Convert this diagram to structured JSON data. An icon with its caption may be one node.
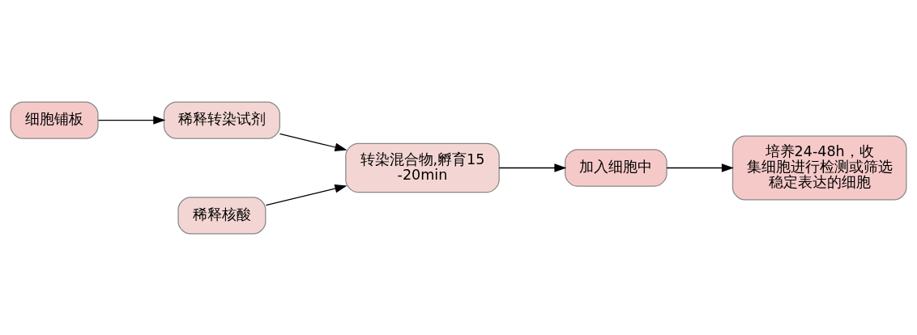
{
  "diagram": {
    "nodes": [
      {
        "text": [
          "细胞铺板"
        ]
      },
      {
        "text": [
          "稀释核酸"
        ]
      },
      {
        "text": [
          "稀释转染试剂"
        ]
      },
      {
        "text": [
          "转染混合物,孵育15-20min"
        ]
      },
      {
        "text": [
          "加入细胞中"
        ]
      },
      {
        "text": [
          "培养24-48h，收集细胞进行检测或筛选稳定表达的细胞"
        ]
      }
    ],
    "edges": [
      {
        "from": 0,
        "to": 2,
        "arrow": "to"
      },
      {
        "from": 1,
        "to": 3,
        "arrow": "to"
      },
      {
        "from": 2,
        "to": 3,
        "arrow": "to"
      },
      {
        "from": 3,
        "to": 4,
        "arrow": "to"
      },
      {
        "from": 4,
        "to": 5,
        "arrow": "to"
      }
    ]
  }
}
